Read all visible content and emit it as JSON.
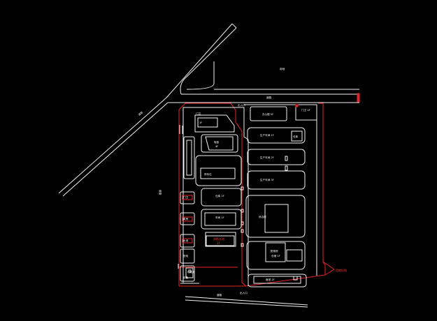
{
  "viewer": {
    "background": "#000000"
  },
  "colors": {
    "lines": "#f2f2f2",
    "boundary": "#e8222a"
  },
  "labels": {
    "road_north": "道路",
    "road_diagonal": "道路",
    "north_block": "用地",
    "road_south": "道路",
    "road_west": "道路",
    "gate_north": "出入口",
    "gate_south": "出入口",
    "boundary_mark": "用地红线",
    "b_ne_top": "办公楼 5F",
    "b_ne_side": "门卫 1F",
    "b_row1": "生产车间 1F",
    "b_row1_side": "仓库",
    "b_row2": "生产车间 2F",
    "b_row3": "生产车间 3F",
    "b_big": "综合楼",
    "b_pool": "配电房",
    "b_lower": "仓储 1F",
    "b_bottom": "食堂 2F",
    "b_left_mid": "仓库 2F",
    "b_left_lo": "车间 1F",
    "b_center_top": "宿舍",
    "b_center_top2": "4F",
    "b_left_long": "停车位",
    "b_small_a": "1F",
    "b_left_box1": "门卫",
    "b_left_box2": "泵房",
    "b_left_box3": "水池",
    "b_left_box4": "配电",
    "b_left_box5": "垃圾房",
    "b_red_small": "消防水池",
    "b_red_small2": "1F",
    "b_corner": "设备",
    "b_tiny_top": "门卫"
  }
}
